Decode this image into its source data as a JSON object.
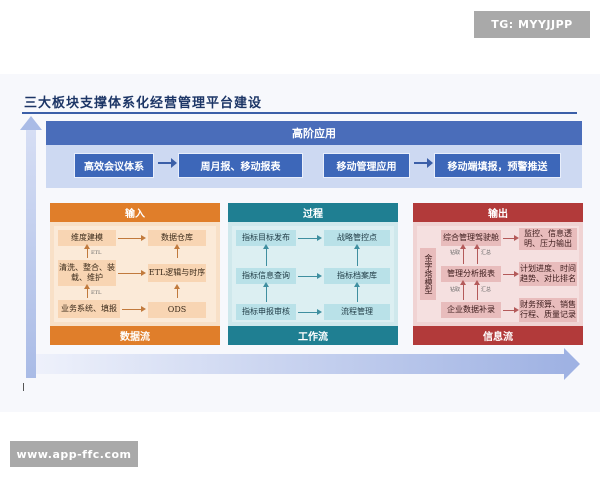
{
  "watermarks": {
    "top": "TG: MYYJJPP",
    "bottom": "www.app-ffc.com"
  },
  "title": "三大板块支撑体系化经营管理平台建设",
  "top_band": {
    "header": "高阶应用",
    "items": [
      "高效会议体系",
      "周月报、移动报表",
      "移动管理应用",
      "移动端填报，预警推送"
    ]
  },
  "input_panel": {
    "header": "输入",
    "footer": "数据流",
    "boxes": {
      "dimension_modeling": "维度建模",
      "data_warehouse": "数据仓库",
      "cleaning": "清洗、整合、装载、维护",
      "etl_logic": "ETL逻辑与时序",
      "business_systems": "业务系统、填报",
      "ods": "ODS"
    },
    "etl_label": "ETL"
  },
  "process_panel": {
    "header": "过程",
    "footer": "工作流",
    "boxes": {
      "publish": "指标目标发布",
      "strategic_control": "战略管控点",
      "query": "指标信息查询",
      "archive": "指标档案库",
      "approval": "指标申报审核",
      "process_mgmt": "流程管理"
    }
  },
  "output_panel": {
    "header": "输出",
    "footer": "信息流",
    "boxes": {
      "pyramid_model": "金字塔模型",
      "cockpit": "综合管理驾驶舱",
      "monitoring": "监控、信息透明、压力输出",
      "analysis_report": "管理分析报表",
      "plan_progress": "计划进度、时间趋势、对比排名",
      "enterprise_data": "企业数据补录",
      "budget": "财务预算、销售行程、质量记录"
    },
    "small_labels": {
      "drill_1": "钻取",
      "drill_2": "钻取",
      "summary_1": "汇总",
      "summary_2": "汇总"
    }
  }
}
